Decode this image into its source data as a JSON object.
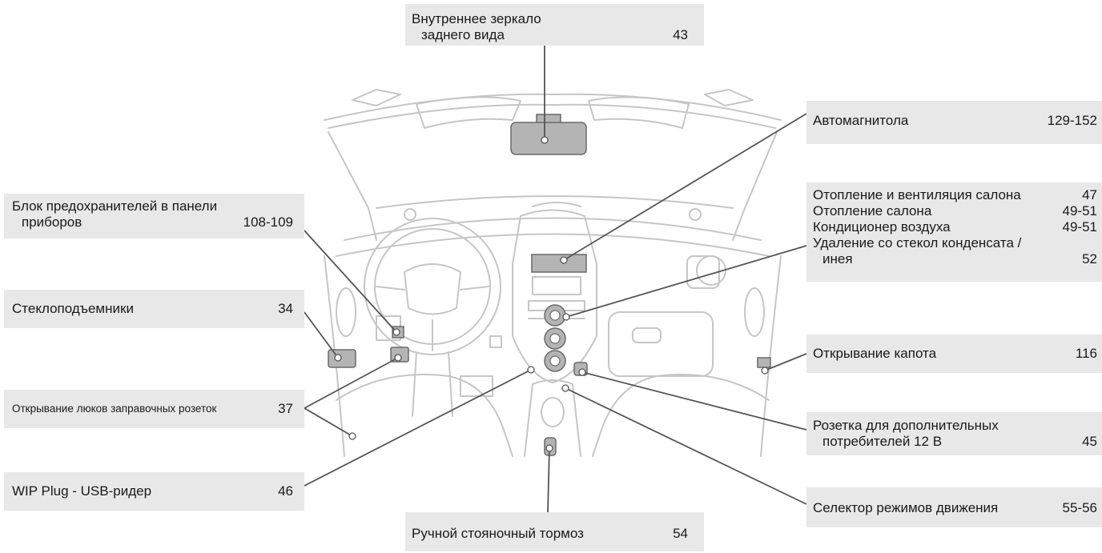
{
  "callouts": {
    "mirror": {
      "line1": "Внутреннее зеркало",
      "line2": "заднего вида",
      "page": "43"
    },
    "radio": {
      "label": "Автомагнитола",
      "page": "129-152"
    },
    "fuses": {
      "line1": "Блок предохранителей в панели",
      "line2": "приборов",
      "page": "108-109"
    },
    "climate": {
      "items": [
        {
          "label": "Отопление и вентиляция салона",
          "page": "47"
        },
        {
          "label": "Отопление салона",
          "page": "49-51"
        },
        {
          "label": "Кондиционер воздуха",
          "page": "49-51"
        }
      ],
      "defrost_line1": "Удаление со стекол конденсата /",
      "defrost_line2": "инея",
      "defrost_page": "52"
    },
    "windows": {
      "label": "Стеклоподъемники",
      "page": "34"
    },
    "bonnet": {
      "label": "Открывание капота",
      "page": "116"
    },
    "charge_flaps": {
      "label": "Открывание люков заправочных розеток",
      "page": "37"
    },
    "socket": {
      "line1": "Розетка для дополнительных",
      "line2": "потребителей 12 В",
      "page": "45"
    },
    "usb": {
      "label": "WIP Plug - USB-ридер",
      "page": "46"
    },
    "drive_selector": {
      "label": "Селектор режимов движения",
      "page": "55-56"
    },
    "handbrake": {
      "label": "Ручной стояночный тормоз",
      "page": "54"
    }
  },
  "colors": {
    "box_bg": "#e8e8e8",
    "leader": "#555555",
    "sketch": "#c4c4c4",
    "part_fill": "#b0b0b0"
  }
}
